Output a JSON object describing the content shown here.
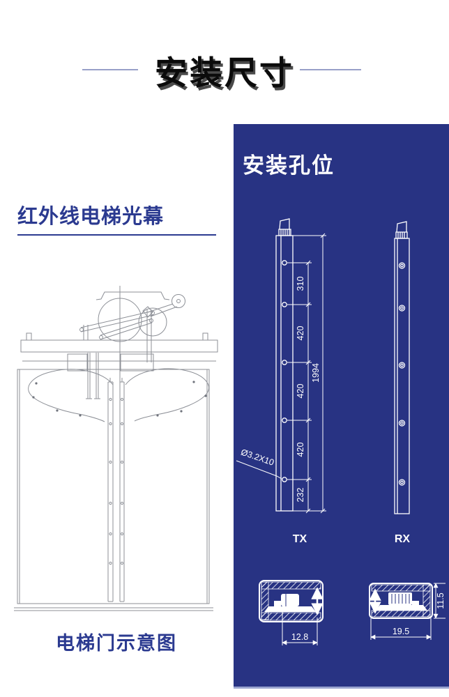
{
  "header": {
    "title": "安装尺寸"
  },
  "left_section": {
    "heading": "红外线电梯光幕",
    "caption": "电梯门示意图"
  },
  "panel": {
    "title": "安装孔位",
    "tx_label": "TX",
    "rx_label": "RX",
    "hole_spec": "Ø3.2X10",
    "dims": {
      "total": "1994",
      "segments": [
        "310",
        "420",
        "420",
        "420",
        "232"
      ],
      "left_section_width": "12.8",
      "right_section_width": "19.5",
      "right_section_height": "11.5"
    },
    "colors": {
      "panel_bg": "#283383",
      "heading_text": "#2b3a90",
      "drawing_line": "#ffffff"
    }
  }
}
